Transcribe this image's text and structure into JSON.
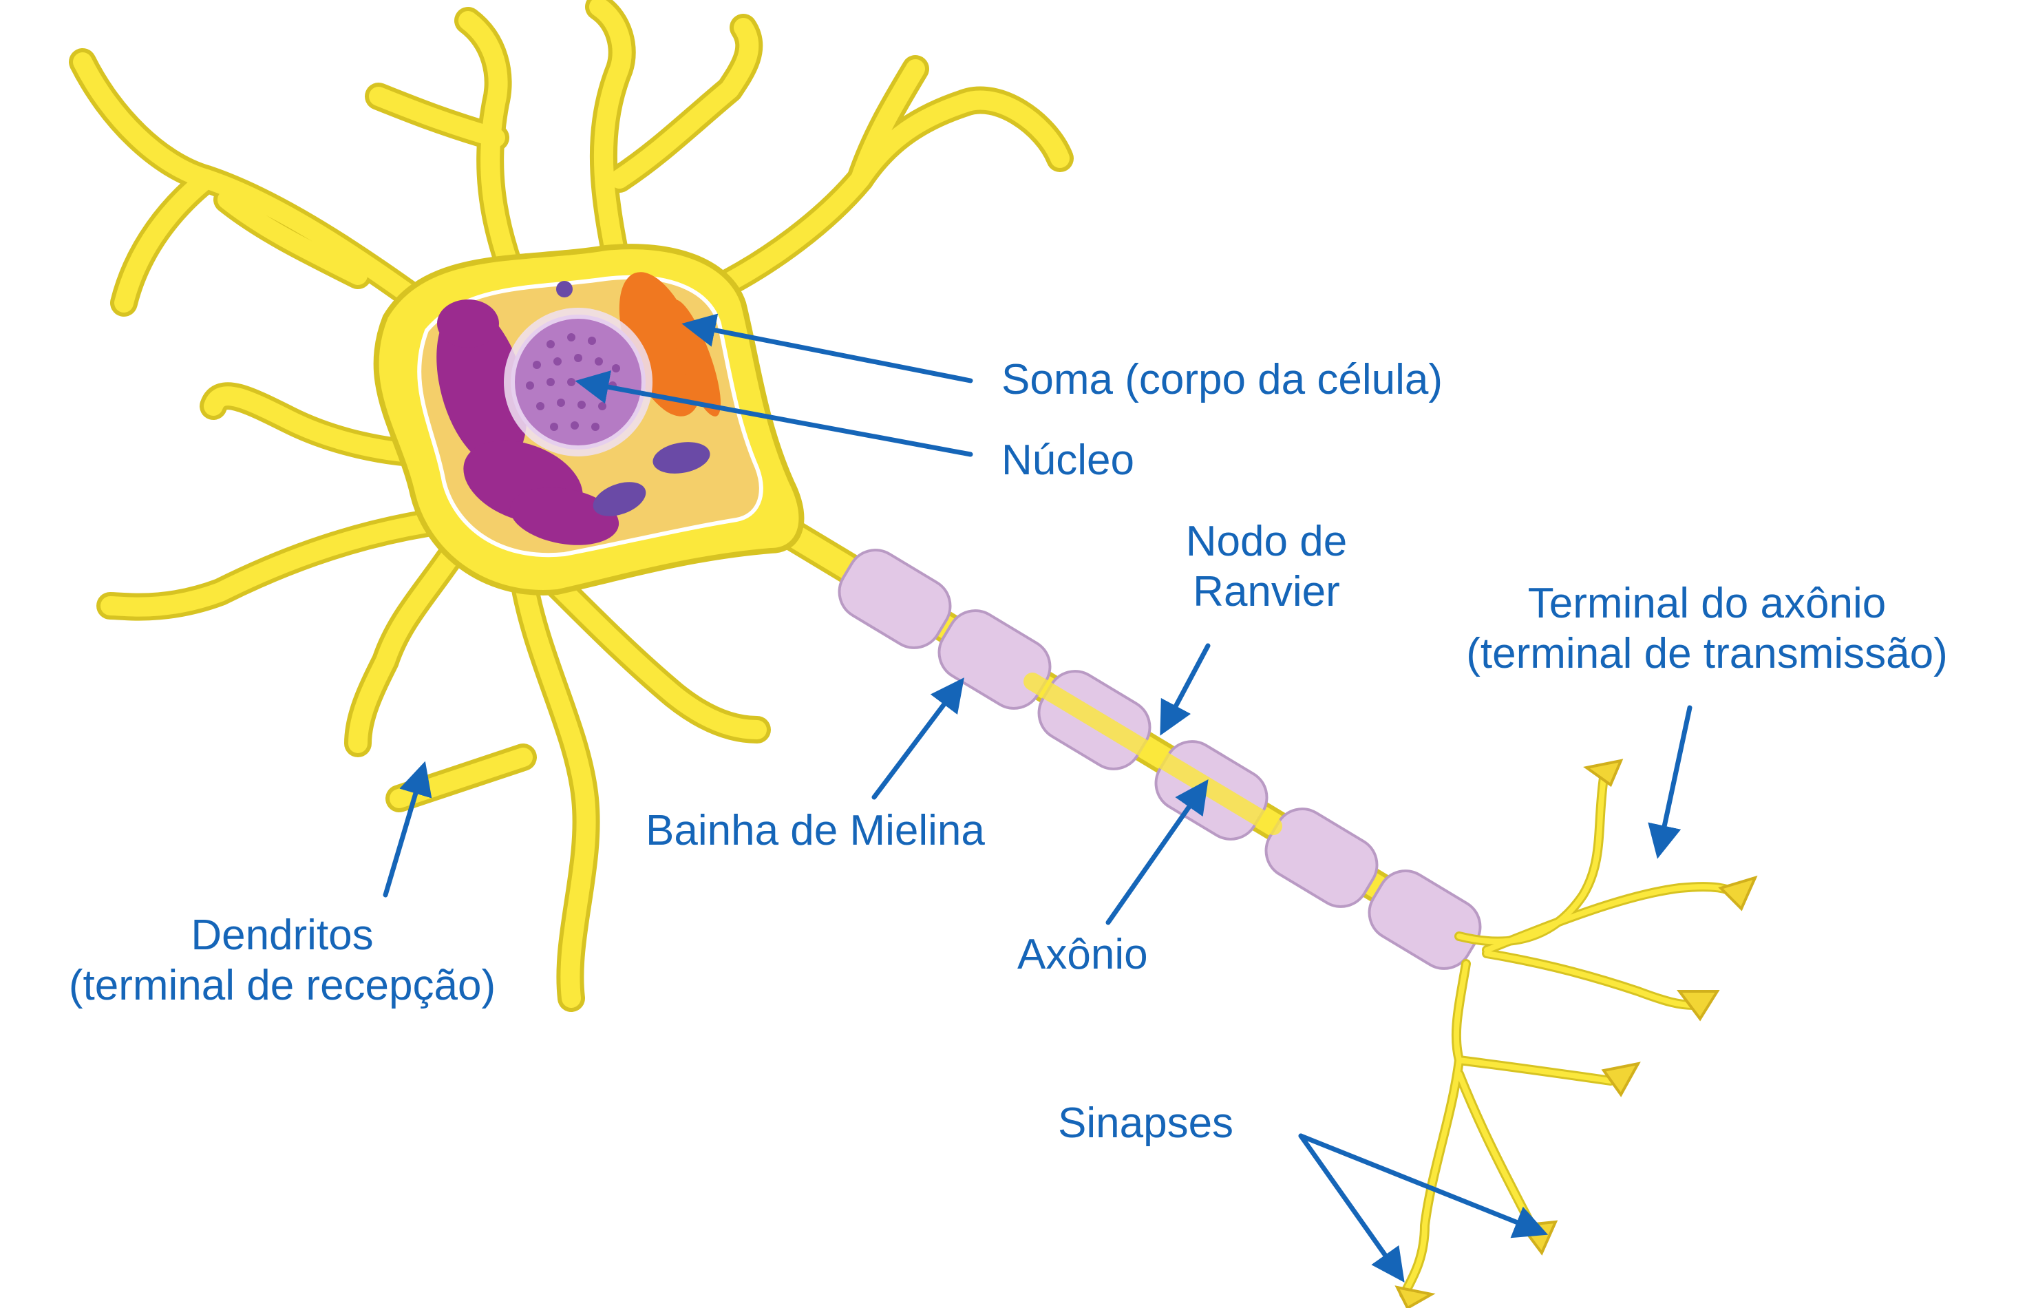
{
  "colors": {
    "label": "#1565b8",
    "arrow": "#1565b8",
    "neuron_fill": "#fbe83c",
    "neuron_outline": "#d7c322",
    "soma_inner": "#f4cf6a",
    "myelin": "#e2c8e6",
    "myelin_outline": "#b99ac4",
    "rough_er": "#9b2b8f",
    "golgi": "#f07820",
    "nucleus": "#b57bc4",
    "mitochondria": "#6a4aa6"
  },
  "labels": {
    "soma": "Soma (corpo da célula)",
    "nucleo": "Núcleo",
    "nodo_line1": "Nodo de",
    "nodo_line2": "Ranvier",
    "terminal_line1": "Terminal do axônio",
    "terminal_line2": "(terminal de transmissão)",
    "bainha": "Bainha de Mielina",
    "axonio": "Axônio",
    "dendritos_line1": "Dendritos",
    "dendritos_line2": "(terminal de recepção)",
    "sinapses": "Sinapses"
  }
}
